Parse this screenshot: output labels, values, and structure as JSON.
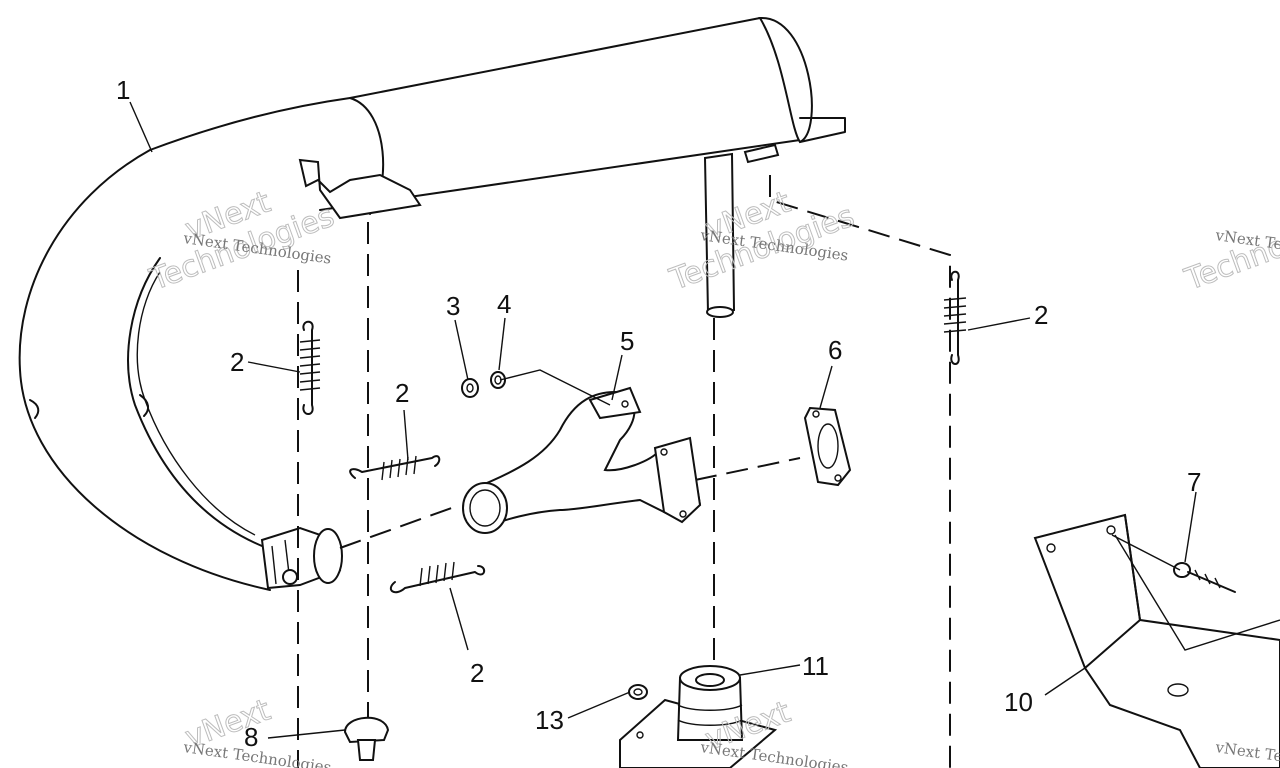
{
  "diagram": {
    "callouts": [
      {
        "id": "c1",
        "text": "1"
      },
      {
        "id": "c2a",
        "text": "2"
      },
      {
        "id": "c2b",
        "text": "2"
      },
      {
        "id": "c2c",
        "text": "2"
      },
      {
        "id": "c2d",
        "text": "2"
      },
      {
        "id": "c3",
        "text": "3"
      },
      {
        "id": "c4",
        "text": "4"
      },
      {
        "id": "c5",
        "text": "5"
      },
      {
        "id": "c6",
        "text": "6"
      },
      {
        "id": "c7",
        "text": "7"
      },
      {
        "id": "c8",
        "text": "8"
      },
      {
        "id": "c10",
        "text": "10"
      },
      {
        "id": "c11",
        "text": "11"
      },
      {
        "id": "c13",
        "text": "13"
      }
    ],
    "watermark": {
      "line1": "vNext Technologies",
      "line2": "Technologies",
      "line3": "vNext"
    }
  }
}
